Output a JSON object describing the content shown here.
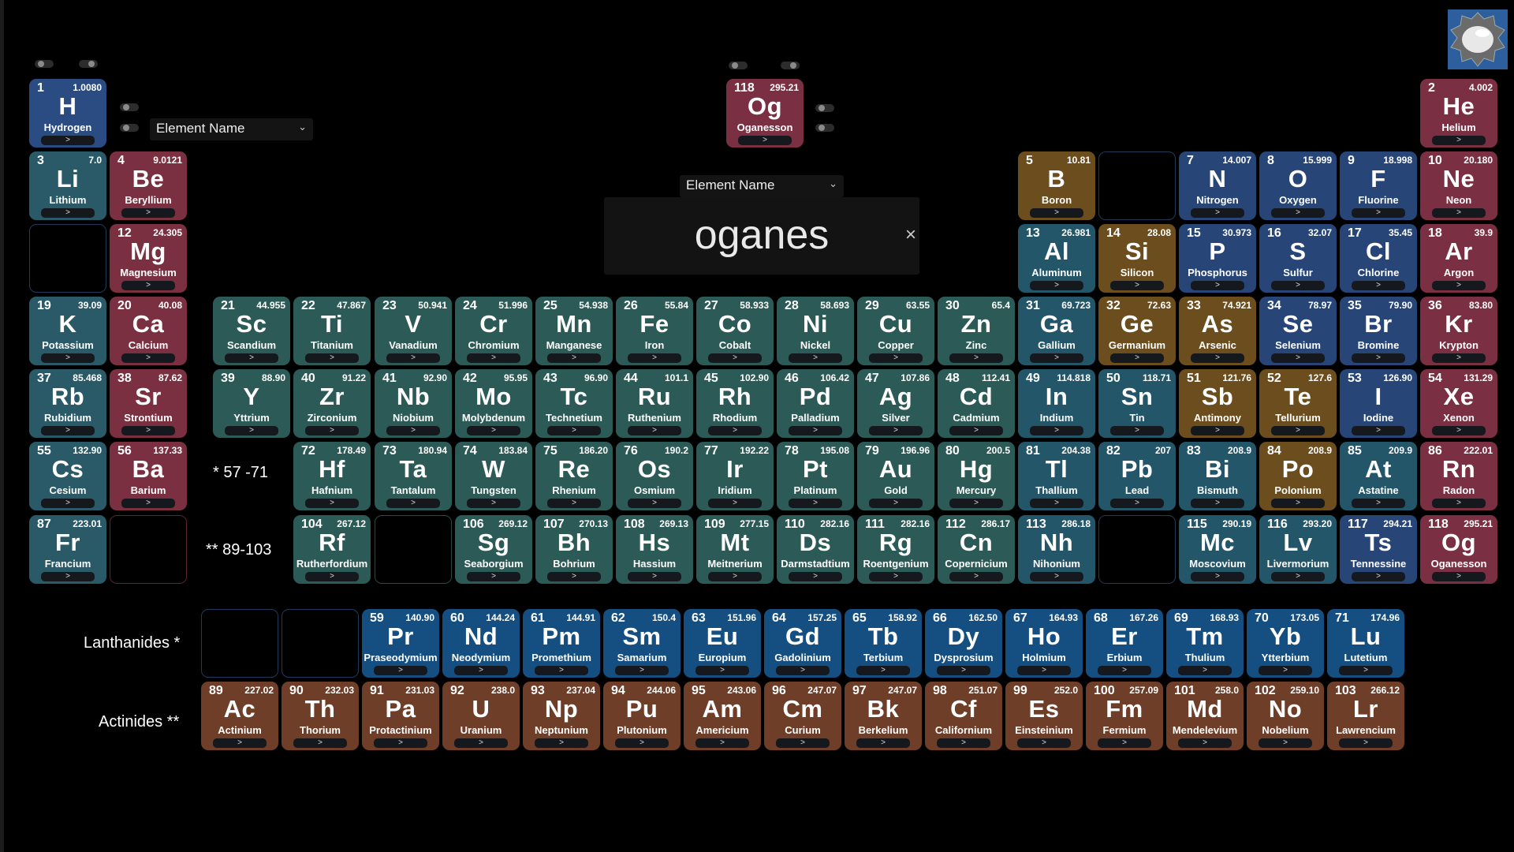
{
  "search": {
    "text": "oganes",
    "clear_glyph": "×"
  },
  "dropdowns": {
    "top": "Element Name",
    "center": "Element Name",
    "chevron": "⌄"
  },
  "labels": {
    "series57": "* 57 -71",
    "series89": "** 89-103",
    "lanthanides": "Lanthanides *",
    "actinides": "Actinides **"
  },
  "more_glyph": ">",
  "avatar_icon": "gear-planet-icon",
  "colors": {
    "alkali": "#2a5a68",
    "alkaline": "#7a3040",
    "transition": "#2c5a56",
    "post": "#24566a",
    "metalloid": "#6b4d1e",
    "nonmetal": "#274577",
    "noble": "#7a3042",
    "lanthanide": "#154f82",
    "actinide": "#6e3e28",
    "hydrogen": "#2a4c82"
  },
  "featured": {
    "num": "118",
    "mass": "295.21",
    "sym": "Og",
    "name": "Oganesson",
    "cat": "noble"
  },
  "elements": [
    {
      "num": "1",
      "mass": "1.0080",
      "sym": "H",
      "name": "Hydrogen",
      "cat": "hydrogen"
    },
    {
      "num": "2",
      "mass": "4.002",
      "sym": "He",
      "name": "Helium",
      "cat": "noble"
    },
    {
      "num": "3",
      "mass": "7.0",
      "sym": "Li",
      "name": "Lithium",
      "cat": "alkali"
    },
    {
      "num": "4",
      "mass": "9.0121",
      "sym": "Be",
      "name": "Beryllium",
      "cat": "alkaline"
    },
    {
      "num": "5",
      "mass": "10.81",
      "sym": "B",
      "name": "Boron",
      "cat": "metalloid"
    },
    {
      "num": "7",
      "mass": "14.007",
      "sym": "N",
      "name": "Nitrogen",
      "cat": "nonmetal"
    },
    {
      "num": "8",
      "mass": "15.999",
      "sym": "O",
      "name": "Oxygen",
      "cat": "nonmetal"
    },
    {
      "num": "9",
      "mass": "18.998",
      "sym": "F",
      "name": "Fluorine",
      "cat": "nonmetal"
    },
    {
      "num": "10",
      "mass": "20.180",
      "sym": "Ne",
      "name": "Neon",
      "cat": "noble"
    },
    {
      "num": "12",
      "mass": "24.305",
      "sym": "Mg",
      "name": "Magnesium",
      "cat": "alkaline"
    },
    {
      "num": "13",
      "mass": "26.981",
      "sym": "Al",
      "name": "Aluminum",
      "cat": "post"
    },
    {
      "num": "14",
      "mass": "28.08",
      "sym": "Si",
      "name": "Silicon",
      "cat": "metalloid"
    },
    {
      "num": "15",
      "mass": "30.973",
      "sym": "P",
      "name": "Phosphorus",
      "cat": "nonmetal"
    },
    {
      "num": "16",
      "mass": "32.07",
      "sym": "S",
      "name": "Sulfur",
      "cat": "nonmetal"
    },
    {
      "num": "17",
      "mass": "35.45",
      "sym": "Cl",
      "name": "Chlorine",
      "cat": "nonmetal"
    },
    {
      "num": "18",
      "mass": "39.9",
      "sym": "Ar",
      "name": "Argon",
      "cat": "noble"
    },
    {
      "num": "19",
      "mass": "39.09",
      "sym": "K",
      "name": "Potassium",
      "cat": "alkali"
    },
    {
      "num": "20",
      "mass": "40.08",
      "sym": "Ca",
      "name": "Calcium",
      "cat": "alkaline"
    },
    {
      "num": "21",
      "mass": "44.955",
      "sym": "Sc",
      "name": "Scandium",
      "cat": "transition"
    },
    {
      "num": "22",
      "mass": "47.867",
      "sym": "Ti",
      "name": "Titanium",
      "cat": "transition"
    },
    {
      "num": "23",
      "mass": "50.941",
      "sym": "V",
      "name": "Vanadium",
      "cat": "transition"
    },
    {
      "num": "24",
      "mass": "51.996",
      "sym": "Cr",
      "name": "Chromium",
      "cat": "transition"
    },
    {
      "num": "25",
      "mass": "54.938",
      "sym": "Mn",
      "name": "Manganese",
      "cat": "transition"
    },
    {
      "num": "26",
      "mass": "55.84",
      "sym": "Fe",
      "name": "Iron",
      "cat": "transition"
    },
    {
      "num": "27",
      "mass": "58.933",
      "sym": "Co",
      "name": "Cobalt",
      "cat": "transition"
    },
    {
      "num": "28",
      "mass": "58.693",
      "sym": "Ni",
      "name": "Nickel",
      "cat": "transition"
    },
    {
      "num": "29",
      "mass": "63.55",
      "sym": "Cu",
      "name": "Copper",
      "cat": "transition"
    },
    {
      "num": "30",
      "mass": "65.4",
      "sym": "Zn",
      "name": "Zinc",
      "cat": "transition"
    },
    {
      "num": "31",
      "mass": "69.723",
      "sym": "Ga",
      "name": "Gallium",
      "cat": "post"
    },
    {
      "num": "32",
      "mass": "72.63",
      "sym": "Ge",
      "name": "Germanium",
      "cat": "metalloid"
    },
    {
      "num": "33",
      "mass": "74.921",
      "sym": "As",
      "name": "Arsenic",
      "cat": "metalloid"
    },
    {
      "num": "34",
      "mass": "78.97",
      "sym": "Se",
      "name": "Selenium",
      "cat": "nonmetal"
    },
    {
      "num": "35",
      "mass": "79.90",
      "sym": "Br",
      "name": "Bromine",
      "cat": "nonmetal"
    },
    {
      "num": "36",
      "mass": "83.80",
      "sym": "Kr",
      "name": "Krypton",
      "cat": "noble"
    },
    {
      "num": "37",
      "mass": "85.468",
      "sym": "Rb",
      "name": "Rubidium",
      "cat": "alkali"
    },
    {
      "num": "38",
      "mass": "87.62",
      "sym": "Sr",
      "name": "Strontium",
      "cat": "alkaline"
    },
    {
      "num": "39",
      "mass": "88.90",
      "sym": "Y",
      "name": "Yttrium",
      "cat": "transition"
    },
    {
      "num": "40",
      "mass": "91.22",
      "sym": "Zr",
      "name": "Zirconium",
      "cat": "transition"
    },
    {
      "num": "41",
      "mass": "92.90",
      "sym": "Nb",
      "name": "Niobium",
      "cat": "transition"
    },
    {
      "num": "42",
      "mass": "95.95",
      "sym": "Mo",
      "name": "Molybdenum",
      "cat": "transition"
    },
    {
      "num": "43",
      "mass": "96.90",
      "sym": "Tc",
      "name": "Technetium",
      "cat": "transition"
    },
    {
      "num": "44",
      "mass": "101.1",
      "sym": "Ru",
      "name": "Ruthenium",
      "cat": "transition"
    },
    {
      "num": "45",
      "mass": "102.90",
      "sym": "Rh",
      "name": "Rhodium",
      "cat": "transition"
    },
    {
      "num": "46",
      "mass": "106.42",
      "sym": "Pd",
      "name": "Palladium",
      "cat": "transition"
    },
    {
      "num": "47",
      "mass": "107.86",
      "sym": "Ag",
      "name": "Silver",
      "cat": "transition"
    },
    {
      "num": "48",
      "mass": "112.41",
      "sym": "Cd",
      "name": "Cadmium",
      "cat": "transition"
    },
    {
      "num": "49",
      "mass": "114.818",
      "sym": "In",
      "name": "Indium",
      "cat": "post"
    },
    {
      "num": "50",
      "mass": "118.71",
      "sym": "Sn",
      "name": "Tin",
      "cat": "post"
    },
    {
      "num": "51",
      "mass": "121.76",
      "sym": "Sb",
      "name": "Antimony",
      "cat": "metalloid"
    },
    {
      "num": "52",
      "mass": "127.6",
      "sym": "Te",
      "name": "Tellurium",
      "cat": "metalloid"
    },
    {
      "num": "53",
      "mass": "126.90",
      "sym": "I",
      "name": "Iodine",
      "cat": "nonmetal"
    },
    {
      "num": "54",
      "mass": "131.29",
      "sym": "Xe",
      "name": "Xenon",
      "cat": "noble"
    },
    {
      "num": "55",
      "mass": "132.90",
      "sym": "Cs",
      "name": "Cesium",
      "cat": "alkali"
    },
    {
      "num": "56",
      "mass": "137.33",
      "sym": "Ba",
      "name": "Barium",
      "cat": "alkaline"
    },
    {
      "num": "72",
      "mass": "178.49",
      "sym": "Hf",
      "name": "Hafnium",
      "cat": "transition"
    },
    {
      "num": "73",
      "mass": "180.94",
      "sym": "Ta",
      "name": "Tantalum",
      "cat": "transition"
    },
    {
      "num": "74",
      "mass": "183.84",
      "sym": "W",
      "name": "Tungsten",
      "cat": "transition"
    },
    {
      "num": "75",
      "mass": "186.20",
      "sym": "Re",
      "name": "Rhenium",
      "cat": "transition"
    },
    {
      "num": "76",
      "mass": "190.2",
      "sym": "Os",
      "name": "Osmium",
      "cat": "transition"
    },
    {
      "num": "77",
      "mass": "192.22",
      "sym": "Ir",
      "name": "Iridium",
      "cat": "transition"
    },
    {
      "num": "78",
      "mass": "195.08",
      "sym": "Pt",
      "name": "Platinum",
      "cat": "transition"
    },
    {
      "num": "79",
      "mass": "196.96",
      "sym": "Au",
      "name": "Gold",
      "cat": "transition"
    },
    {
      "num": "80",
      "mass": "200.5",
      "sym": "Hg",
      "name": "Mercury",
      "cat": "transition"
    },
    {
      "num": "81",
      "mass": "204.38",
      "sym": "Tl",
      "name": "Thallium",
      "cat": "post"
    },
    {
      "num": "82",
      "mass": "207",
      "sym": "Pb",
      "name": "Lead",
      "cat": "post"
    },
    {
      "num": "83",
      "mass": "208.9",
      "sym": "Bi",
      "name": "Bismuth",
      "cat": "post"
    },
    {
      "num": "84",
      "mass": "208.9",
      "sym": "Po",
      "name": "Polonium",
      "cat": "metalloid"
    },
    {
      "num": "85",
      "mass": "209.9",
      "sym": "At",
      "name": "Astatine",
      "cat": "post"
    },
    {
      "num": "86",
      "mass": "222.01",
      "sym": "Rn",
      "name": "Radon",
      "cat": "noble"
    },
    {
      "num": "87",
      "mass": "223.01",
      "sym": "Fr",
      "name": "Francium",
      "cat": "alkali"
    },
    {
      "num": "104",
      "mass": "267.12",
      "sym": "Rf",
      "name": "Rutherfordium",
      "cat": "transition"
    },
    {
      "num": "106",
      "mass": "269.12",
      "sym": "Sg",
      "name": "Seaborgium",
      "cat": "transition"
    },
    {
      "num": "107",
      "mass": "270.13",
      "sym": "Bh",
      "name": "Bohrium",
      "cat": "transition"
    },
    {
      "num": "108",
      "mass": "269.13",
      "sym": "Hs",
      "name": "Hassium",
      "cat": "transition"
    },
    {
      "num": "109",
      "mass": "277.15",
      "sym": "Mt",
      "name": "Meitnerium",
      "cat": "transition"
    },
    {
      "num": "110",
      "mass": "282.16",
      "sym": "Ds",
      "name": "Darmstadtium",
      "cat": "transition"
    },
    {
      "num": "111",
      "mass": "282.16",
      "sym": "Rg",
      "name": "Roentgenium",
      "cat": "transition"
    },
    {
      "num": "112",
      "mass": "286.17",
      "sym": "Cn",
      "name": "Copernicium",
      "cat": "transition"
    },
    {
      "num": "113",
      "mass": "286.18",
      "sym": "Nh",
      "name": "Nihonium",
      "cat": "post"
    },
    {
      "num": "115",
      "mass": "290.19",
      "sym": "Mc",
      "name": "Moscovium",
      "cat": "post"
    },
    {
      "num": "116",
      "mass": "293.20",
      "sym": "Lv",
      "name": "Livermorium",
      "cat": "post"
    },
    {
      "num": "117",
      "mass": "294.21",
      "sym": "Ts",
      "name": "Tennessine",
      "cat": "nonmetal"
    },
    {
      "num": "118",
      "mass": "295.21",
      "sym": "Og",
      "name": "Oganesson",
      "cat": "noble"
    },
    {
      "num": "59",
      "mass": "140.90",
      "sym": "Pr",
      "name": "Praseodymium",
      "cat": "lanthanide"
    },
    {
      "num": "60",
      "mass": "144.24",
      "sym": "Nd",
      "name": "Neodymium",
      "cat": "lanthanide"
    },
    {
      "num": "61",
      "mass": "144.91",
      "sym": "Pm",
      "name": "Promethium",
      "cat": "lanthanide"
    },
    {
      "num": "62",
      "mass": "150.4",
      "sym": "Sm",
      "name": "Samarium",
      "cat": "lanthanide"
    },
    {
      "num": "63",
      "mass": "151.96",
      "sym": "Eu",
      "name": "Europium",
      "cat": "lanthanide"
    },
    {
      "num": "64",
      "mass": "157.25",
      "sym": "Gd",
      "name": "Gadolinium",
      "cat": "lanthanide"
    },
    {
      "num": "65",
      "mass": "158.92",
      "sym": "Tb",
      "name": "Terbium",
      "cat": "lanthanide"
    },
    {
      "num": "66",
      "mass": "162.50",
      "sym": "Dy",
      "name": "Dysprosium",
      "cat": "lanthanide"
    },
    {
      "num": "67",
      "mass": "164.93",
      "sym": "Ho",
      "name": "Holmium",
      "cat": "lanthanide"
    },
    {
      "num": "68",
      "mass": "167.26",
      "sym": "Er",
      "name": "Erbium",
      "cat": "lanthanide"
    },
    {
      "num": "69",
      "mass": "168.93",
      "sym": "Tm",
      "name": "Thulium",
      "cat": "lanthanide"
    },
    {
      "num": "70",
      "mass": "173.05",
      "sym": "Yb",
      "name": "Ytterbium",
      "cat": "lanthanide"
    },
    {
      "num": "71",
      "mass": "174.96",
      "sym": "Lu",
      "name": "Lutetium",
      "cat": "lanthanide"
    },
    {
      "num": "89",
      "mass": "227.02",
      "sym": "Ac",
      "name": "Actinium",
      "cat": "actinide"
    },
    {
      "num": "90",
      "mass": "232.03",
      "sym": "Th",
      "name": "Thorium",
      "cat": "actinide"
    },
    {
      "num": "91",
      "mass": "231.03",
      "sym": "Pa",
      "name": "Protactinium",
      "cat": "actinide"
    },
    {
      "num": "92",
      "mass": "238.0",
      "sym": "U",
      "name": "Uranium",
      "cat": "actinide"
    },
    {
      "num": "93",
      "mass": "237.04",
      "sym": "Np",
      "name": "Neptunium",
      "cat": "actinide"
    },
    {
      "num": "94",
      "mass": "244.06",
      "sym": "Pu",
      "name": "Plutonium",
      "cat": "actinide"
    },
    {
      "num": "95",
      "mass": "243.06",
      "sym": "Am",
      "name": "Americium",
      "cat": "actinide"
    },
    {
      "num": "96",
      "mass": "247.07",
      "sym": "Cm",
      "name": "Curium",
      "cat": "actinide"
    },
    {
      "num": "97",
      "mass": "247.07",
      "sym": "Bk",
      "name": "Berkelium",
      "cat": "actinide"
    },
    {
      "num": "98",
      "mass": "251.07",
      "sym": "Cf",
      "name": "Californium",
      "cat": "actinide"
    },
    {
      "num": "99",
      "mass": "252.0",
      "sym": "Es",
      "name": "Einsteinium",
      "cat": "actinide"
    },
    {
      "num": "100",
      "mass": "257.09",
      "sym": "Fm",
      "name": "Fermium",
      "cat": "actinide"
    },
    {
      "num": "101",
      "mass": "258.0",
      "sym": "Md",
      "name": "Mendelevium",
      "cat": "actinide"
    },
    {
      "num": "102",
      "mass": "259.10",
      "sym": "No",
      "name": "Nobelium",
      "cat": "actinide"
    },
    {
      "num": "103",
      "mass": "266.12",
      "sym": "Lr",
      "name": "Lawrencium",
      "cat": "actinide"
    }
  ]
}
